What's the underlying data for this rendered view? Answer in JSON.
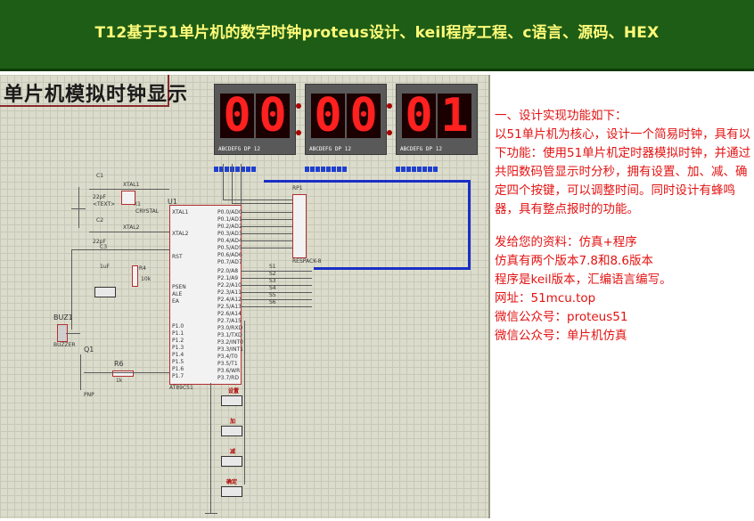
{
  "header": {
    "title": "T12基于51单片机的数字时钟proteus设计、keil程序工程、c语言、源码、HEX"
  },
  "canvas": {
    "title": "单片机模拟时钟显示",
    "displays": [
      {
        "digits": [
          "0",
          "0"
        ],
        "pins_label": "ABCDEFG  DP      12"
      },
      {
        "digits": [
          "0",
          "0"
        ],
        "pins_label": "ABCDEFG  DP      12"
      },
      {
        "digits": [
          "0",
          "1"
        ],
        "pins_label": "ABCDEFG  DP      12"
      }
    ],
    "labels": {
      "c1": "C1",
      "c1_val": "22pF",
      "x1": "X1",
      "crystal": "CRYSTAL",
      "xtal1": "XTAL1",
      "xtal2": "XTAL2",
      "c2": "C2",
      "c2_val": "22pF",
      "c3": "C3",
      "c3_val": "1uF",
      "r4": "R4",
      "r4_val": "10k",
      "u1": "U1",
      "rst": "RST",
      "psen": "PSEN",
      "ale": "ALE",
      "ea": "EA",
      "rp1": "RP1",
      "respack": "RESPACK-8",
      "buz": "BUZ1",
      "buzzer": "BUZZER",
      "q1": "Q1",
      "pnp": "PNP",
      "r6": "R6",
      "r6_val": "1k",
      "chip_name": "AT89C51",
      "p0": [
        "P0.0/AD0",
        "P0.1/AD1",
        "P0.2/AD2",
        "P0.3/AD3",
        "P0.4/AD4",
        "P0.5/AD5",
        "P0.6/AD6",
        "P0.7/AD7"
      ],
      "p2": [
        "P2.0/A8",
        "P2.1/A9",
        "P2.2/A10",
        "P2.3/A11",
        "P2.4/A12",
        "P2.5/A13",
        "P2.6/A14",
        "P2.7/A15"
      ],
      "p1": [
        "P1.0",
        "P1.1",
        "P1.2",
        "P1.3",
        "P1.4",
        "P1.5",
        "P1.6",
        "P1.7"
      ],
      "p3": [
        "P3.0/RXD",
        "P3.1/TXD",
        "P3.2/INT0",
        "P3.3/INT1",
        "P3.4/T0",
        "P3.5/T1",
        "P3.6/WR",
        "P3.7/RD"
      ],
      "s_labels": [
        "S1",
        "S2",
        "S3",
        "S4",
        "S5",
        "S6"
      ],
      "text_ph": "<TEXT>"
    },
    "buttons": [
      "设置",
      "加",
      "减",
      "确定"
    ]
  },
  "description": {
    "heading": "一、设计实现功能如下：",
    "body": "以51单片机为核心，设计一个简易时钟，具有以下功能：使用51单片机定时器模拟时钟，并通过共阳数码管显示时分秒，拥有设置、加、减、确定四个按键，可以调整时间。同时设计有蜂鸣器，具有整点报时的功能。",
    "lines2": [
      "发给您的资料：仿真+程序",
      "仿真有两个版本7.8和8.6版本",
      "程序是keil版本，汇编语言编写。",
      "网址：51mcu.top",
      "微信公众号：proteus51",
      "微信公众号：单片机仿真"
    ]
  }
}
